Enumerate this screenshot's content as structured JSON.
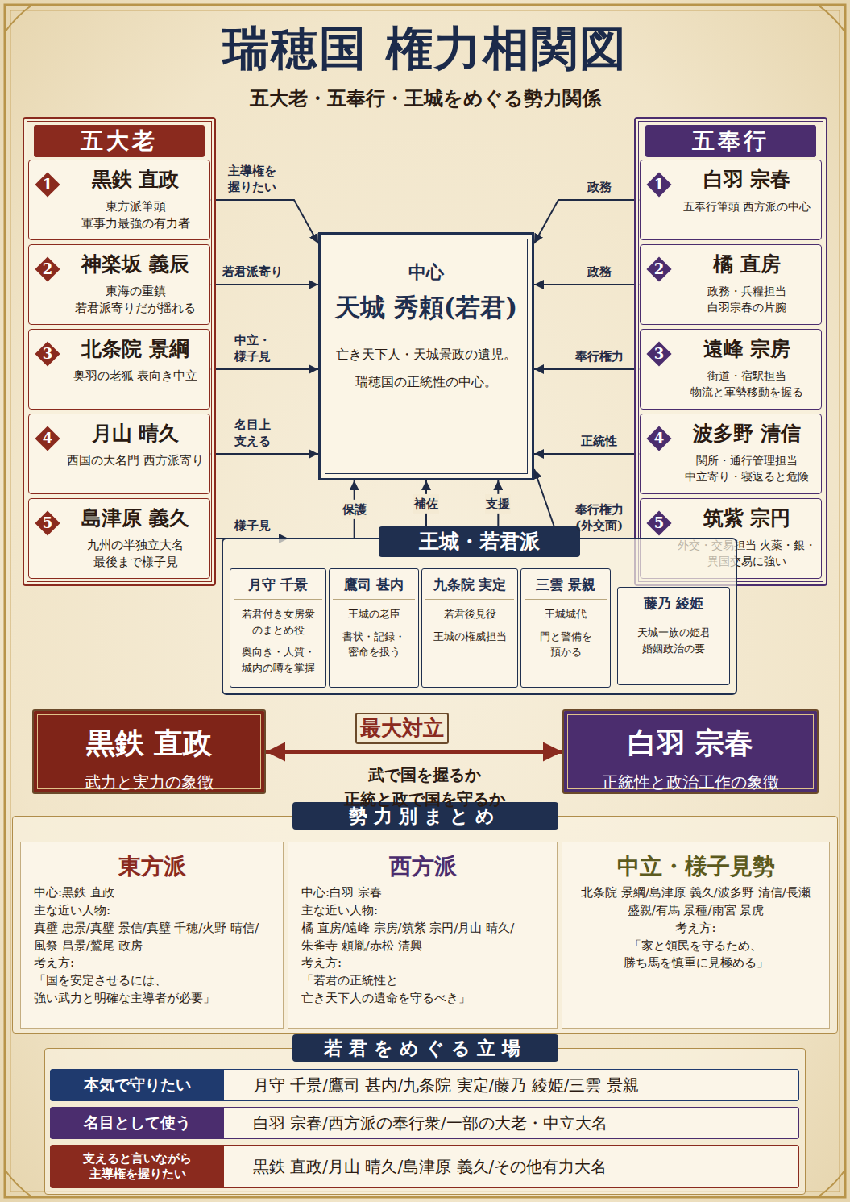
{
  "diagram": {
    "title": "瑞穂国 権力相関図",
    "caption": "五大老・五奉行・王城をめぐる勢力関係",
    "nodes": [
      {
        "text": [
          "五大老"
        ]
      },
      {
        "text": [
          "1",
          "黒鉄 直政",
          "東方派筆頭 軍事力最強の有力者"
        ],
        "in": 0
      },
      {
        "text": [
          "2",
          "神楽坂 義辰",
          "東海の重鎮 若君派寄りだが揺れる"
        ],
        "in": 0
      },
      {
        "text": [
          "3",
          "北条院 景綱",
          "奥羽の老狐 表向き中立"
        ],
        "in": 0
      },
      {
        "text": [
          "4",
          "月山 晴久",
          "西国の大名門 西方派寄り"
        ],
        "in": 0
      },
      {
        "text": [
          "5",
          "島津原 義久",
          "九州の半独立大名 最後まで様子見"
        ],
        "in": 0
      },
      {
        "text": [
          "五奉行"
        ]
      },
      {
        "text": [
          "1",
          "白羽 宗春",
          "五奉行筆頭 西方派の中心"
        ],
        "in": 6
      },
      {
        "text": [
          "2",
          "橘 直房",
          "政務・兵糧担当 白羽宗春の片腕"
        ],
        "in": 6
      },
      {
        "text": [
          "3",
          "遠峰 宗房",
          "街道・宿駅担当 物流と軍勢移動を握る"
        ],
        "in": 6
      },
      {
        "text": [
          "4",
          "波多野 清信",
          "関所・通行管理担当 中立寄り・寝返ると危険"
        ],
        "in": 6
      },
      {
        "text": [
          "5",
          "筑紫 宗円",
          "外交・交易担当 火薬・銀・異国交易に強い"
        ],
        "in": 6
      },
      {
        "text": [
          "中心",
          "天城 秀頼(若君)",
          "亡き天下人・天城景政の遺児。 瑞穂国の正統性の中心。"
        ]
      },
      {
        "text": [
          "王城・若君派"
        ]
      },
      {
        "text": [
          "月守 千景",
          "若君付き女房衆 のまとめ役",
          "奥向き・人質・ 城内の噂を掌握"
        ],
        "in": 13
      },
      {
        "text": [
          "鷹司 甚内",
          "王城の老臣",
          "書状・記録・ 密命を扱う"
        ],
        "in": 13
      },
      {
        "text": [
          "九条院 実定",
          "若君後見役",
          "王城の権威担当"
        ],
        "in": 13
      },
      {
        "text": [
          "三雲 景親",
          "王城城代",
          "門と警備を 預かる"
        ],
        "in": 13
      },
      {
        "text": [
          "藤乃 綾姫",
          "天城一族の姫君 婚姻政治の要"
        ],
        "in": 13
      },
      {
        "text": [
          "黒鉄 直政",
          "武力と実力の象徴"
        ]
      },
      {
        "text": [
          "白羽 宗春",
          "正統性と政治工作の象徴"
        ]
      },
      {
        "text": [
          "勢力別まとめ"
        ]
      },
      {
        "text": [
          "東方派",
          "中心:黒鉄 直政",
          "主な近い人物:",
          "真壁 忠景/真壁 景信/真壁 千穂/火野 晴信/風祭 昌景/鷲尾 政房",
          "考え方:",
          "「国を安定させるには、 強い武力と明確な主導者が必要」"
        ],
        "in": 21
      },
      {
        "text": [
          "西方派",
          "中心:白羽 宗春",
          "主な近い人物:",
          "橘 直房/遠峰 宗房/筑紫 宗円/月山 晴久/朱雀寺 頼胤/赤松 清興",
          "考え方:",
          "「若君の正統性と 亡き天下人の遺命を守るべき」"
        ],
        "in": 21
      },
      {
        "text": [
          "中立・様子見勢",
          "北条院 景綱/島津原 義久/波多野 清信/長瀬 盛親/有馬 景種/雨宮 景虎",
          "考え方:",
          "「家と領民を守るため、 勝ち馬を慎重に見極める」"
        ],
        "in": 21
      },
      {
        "text": [
          "若君をめぐる立場"
        ]
      },
      {
        "text": [
          "本気で守りたい",
          "月守 千景/鷹司 甚内/九条院 実定/藤乃 綾姫/三雲 景親"
        ],
        "in": 25
      },
      {
        "text": [
          "名目として使う",
          "白羽 宗春/西方派の奉行衆/一部の大老・中立大名"
        ],
        "in": 25
      },
      {
        "text": [
          "支えると言いながら 主導権を握りたい",
          "黒鉄 直政/月山 晴久/島津原 義久/その他有力大名"
        ],
        "in": 25
      }
    ],
    "edges": [
      {
        "from": 1,
        "to": 12,
        "arrow": "to",
        "label": "主導権を 握りたい"
      },
      {
        "from": 2,
        "to": 12,
        "arrow": "to",
        "label": "若君派寄り"
      },
      {
        "from": 3,
        "to": 12,
        "arrow": "to",
        "label": "中立・ 様子見"
      },
      {
        "from": 4,
        "to": 12,
        "arrow": "to",
        "label": "名目上 支える"
      },
      {
        "from": 7,
        "to": 12,
        "arrow": "to",
        "label": "政務"
      },
      {
        "from": 8,
        "to": 12,
        "arrow": "to",
        "label": "政務"
      },
      {
        "from": 9,
        "to": 12,
        "arrow": "to",
        "label": "奉行権力"
      },
      {
        "from": 10,
        "to": 12,
        "arrow": "to",
        "label": "正統性"
      },
      {
        "from": 11,
        "to": 12,
        "arrow": "to",
        "label": "奉行権力 (外交面)"
      },
      {
        "from": 13,
        "to": 12,
        "arrow": "to",
        "label": "保護"
      },
      {
        "from": 13,
        "to": 12,
        "arrow": "to",
        "label": "補佐"
      },
      {
        "from": 13,
        "to": 12,
        "arrow": "to",
        "label": "支援"
      },
      {
        "from": 19,
        "to": 20,
        "arrow": "both",
        "label": "最大対立"
      }
    ],
    "labels": [
      "様子見",
      "武で国を握るか 正統と政で国を守るか"
    ]
  }
}
